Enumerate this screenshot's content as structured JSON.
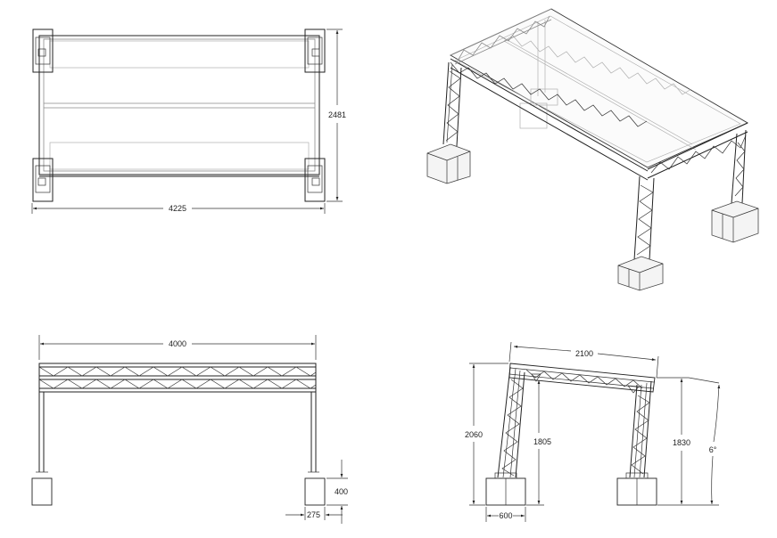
{
  "dimensions": {
    "plan_width": "4225",
    "plan_depth": "2481",
    "front_span": "4000",
    "front_base_height": "400",
    "front_base_width": "275",
    "side_top_span": "2100",
    "side_total_height": "2060",
    "side_inner_height_left": "1805",
    "side_inner_height_right": "1830",
    "side_angle": "6°",
    "side_base_width": "600"
  }
}
